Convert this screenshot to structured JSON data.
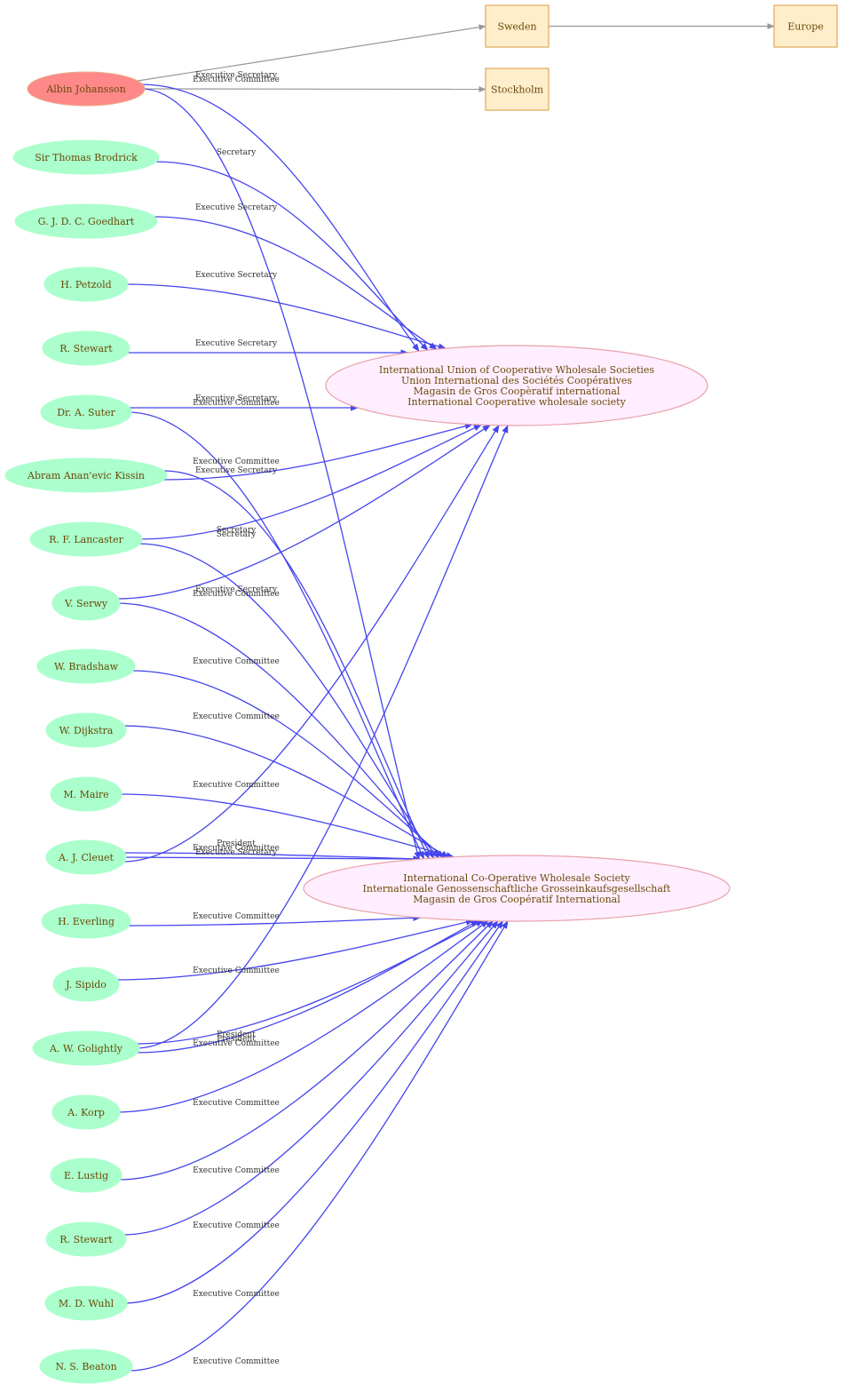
{
  "colors": {
    "person_fill": "#aaffcc",
    "center_fill": "#ff8888",
    "org_fill": "#ffeeff",
    "org_stroke": "#e8a0a8",
    "place_fill": "#ffeecc",
    "place_stroke": "#e0a858",
    "role_edge": "#4444ee",
    "place_edge": "#999999",
    "text": "#6b4a08"
  },
  "people": [
    {
      "id": "albin",
      "label": "Albin Johansson"
    },
    {
      "id": "brodrick",
      "label": "Sir Thomas Brodrick"
    },
    {
      "id": "goedhart",
      "label": "G. J. D. C.  Goedhart"
    },
    {
      "id": "petzold",
      "label": "H. Petzold"
    },
    {
      "id": "rstewart1",
      "label": "R.  Stewart"
    },
    {
      "id": "suter",
      "label": "Dr. A.  Suter"
    },
    {
      "id": "kissin",
      "label": "Abram Anan'evic Kissin"
    },
    {
      "id": "lancaster",
      "label": "R. F. Lancaster"
    },
    {
      "id": "serwy",
      "label": "V. Serwy"
    },
    {
      "id": "bradshaw",
      "label": "W. Bradshaw"
    },
    {
      "id": "dijkstra",
      "label": "W. Dijkstra"
    },
    {
      "id": "maire",
      "label": "M. Maire"
    },
    {
      "id": "cleuet",
      "label": "A. J. Cleuet"
    },
    {
      "id": "everling",
      "label": "H. Everling"
    },
    {
      "id": "sipido",
      "label": "J. Sipido"
    },
    {
      "id": "golightly",
      "label": "A. W. Golightly"
    },
    {
      "id": "korp",
      "label": "A. Korp"
    },
    {
      "id": "lustig",
      "label": "E. Lustig"
    },
    {
      "id": "rstewart2",
      "label": "R. Stewart"
    },
    {
      "id": "wuhl",
      "label": "M. D. Wuhl"
    },
    {
      "id": "beaton",
      "label": "N. S. Beaton"
    }
  ],
  "organizations": [
    {
      "id": "iucws",
      "lines": [
        "International Union of Cooperative Wholesale Societies",
        "Union International des Sociétés Coopératives",
        "Magasin de Gros Coopèratif international",
        "International Cooperative wholesale society"
      ]
    },
    {
      "id": "icws",
      "lines": [
        "International Co-Operative Wholesale Society",
        "Internationale Genossenschaftliche Grosseinkaufsgesellschaft",
        "Magasin de Gros Coopératif International"
      ]
    }
  ],
  "places": [
    {
      "id": "sweden",
      "label": "Sweden"
    },
    {
      "id": "europe",
      "label": "Europe"
    },
    {
      "id": "stockholm",
      "label": "Stockholm"
    }
  ],
  "place_edges": [
    {
      "from": "albin",
      "to": "sweden"
    },
    {
      "from": "sweden",
      "to": "europe"
    },
    {
      "from": "albin",
      "to": "stockholm"
    }
  ],
  "role_edges": [
    {
      "from": "albin",
      "to": "iucws",
      "label": "Executive Secretary"
    },
    {
      "from": "albin",
      "to": "icws",
      "label": "Executive Committee"
    },
    {
      "from": "brodrick",
      "to": "iucws",
      "label": "Secretary"
    },
    {
      "from": "goedhart",
      "to": "iucws",
      "label": "Executive Secretary"
    },
    {
      "from": "petzold",
      "to": "iucws",
      "label": "Executive Secretary"
    },
    {
      "from": "rstewart1",
      "to": "iucws",
      "label": "Executive Secretary"
    },
    {
      "from": "suter",
      "to": "iucws",
      "label": "Executive Secretary"
    },
    {
      "from": "suter",
      "to": "icws",
      "label": "Executive Committee"
    },
    {
      "from": "kissin",
      "to": "iucws",
      "label": "Executive Secretary"
    },
    {
      "from": "kissin",
      "to": "icws",
      "label": "Executive Committee"
    },
    {
      "from": "lancaster",
      "to": "iucws",
      "label": "Secretary"
    },
    {
      "from": "lancaster",
      "to": "icws",
      "label": "Secretary"
    },
    {
      "from": "serwy",
      "to": "iucws",
      "label": "Executive Secretary"
    },
    {
      "from": "serwy",
      "to": "icws",
      "label": "Executive Committee"
    },
    {
      "from": "bradshaw",
      "to": "icws",
      "label": "Executive Committee"
    },
    {
      "from": "dijkstra",
      "to": "icws",
      "label": "Executive Committee"
    },
    {
      "from": "maire",
      "to": "icws",
      "label": "Executive Committee"
    },
    {
      "from": "cleuet",
      "to": "iucws",
      "label": "Executive Secretary"
    },
    {
      "from": "cleuet",
      "to": "icws",
      "label": "President"
    },
    {
      "from": "cleuet",
      "to": "icws",
      "label": "Executive Committee"
    },
    {
      "from": "everling",
      "to": "icws",
      "label": "Executive Committee"
    },
    {
      "from": "sipido",
      "to": "icws",
      "label": "Executive Committee"
    },
    {
      "from": "golightly",
      "to": "iucws",
      "label": "President"
    },
    {
      "from": "golightly",
      "to": "icws",
      "label": "Executive Committee"
    },
    {
      "from": "golightly",
      "to": "icws",
      "label": "President"
    },
    {
      "from": "korp",
      "to": "icws",
      "label": "Executive Committee"
    },
    {
      "from": "lustig",
      "to": "icws",
      "label": "Executive Committee"
    },
    {
      "from": "rstewart2",
      "to": "icws",
      "label": "Executive Committee"
    },
    {
      "from": "wuhl",
      "to": "icws",
      "label": "Executive Committee"
    },
    {
      "from": "beaton",
      "to": "icws",
      "label": "Executive Committee"
    }
  ]
}
